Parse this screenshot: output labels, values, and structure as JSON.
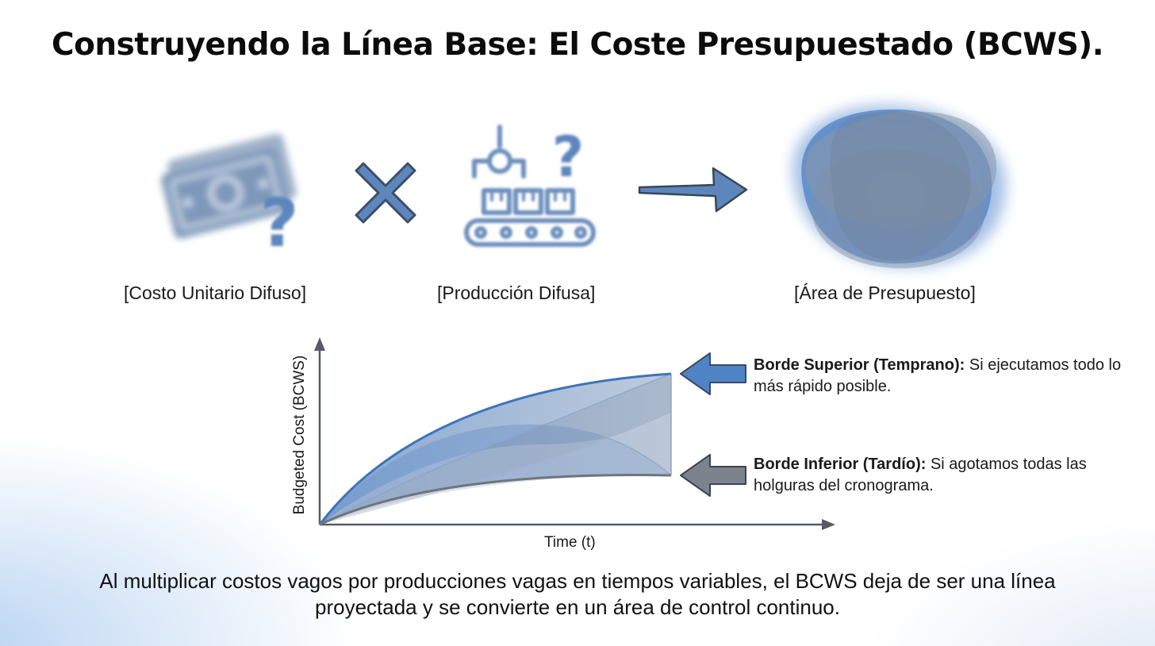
{
  "title": "Construyendo la Línea Base: El Coste Presupuestado (BCWS).",
  "equation": {
    "item1_caption": "[Costo Unitario Difuso]",
    "item2_caption": "[Producción Difusa]",
    "item3_caption": "[Área de Presupuesto]",
    "item1_icon": "blurred-money-question-icon",
    "operator_icon": "multiply-icon",
    "item2_icon": "conveyor-production-question-icon",
    "result_arrow_icon": "arrow-right-icon",
    "item3_icon": "blurred-budget-area-blob",
    "question_mark": "?",
    "currency_symbol": "$"
  },
  "chart": {
    "y_axis_label": "Budgeted Cost (BCWS)",
    "x_axis_label": "Time (t)",
    "upper_note_bold": "Borde Superior (Temprano):",
    "upper_note_text": " Si ejecutamos todo lo más rápido posible.",
    "lower_note_bold": "Borde Inferior (Tardío):",
    "lower_note_text": " Si agotamos todas las holguras del cronograma."
  },
  "chart_data": {
    "type": "area",
    "series": [
      {
        "name": "Borde Superior (Temprano)",
        "shape": "concave-rising",
        "end_level": 0.82
      },
      {
        "name": "Borde Inferior (Tardío)",
        "shape": "concave-rising",
        "end_level": 0.26
      }
    ],
    "xlabel": "Time (t)",
    "ylabel": "Budgeted Cost (BCWS)",
    "grid": false,
    "colors": {
      "upper": "#3d74b8",
      "lower": "#6f757d",
      "fill": "#8fb0d8"
    }
  },
  "footer_text": "Al multiplicar costos vagos por producciones vagas en tiempos variables, el BCWS deja de ser una línea proyectada y se convierte en un área de control continuo.",
  "colors": {
    "accent_blue": "#3d74b8",
    "icon_blue": "#5d86bd",
    "gray": "#6f757d"
  }
}
